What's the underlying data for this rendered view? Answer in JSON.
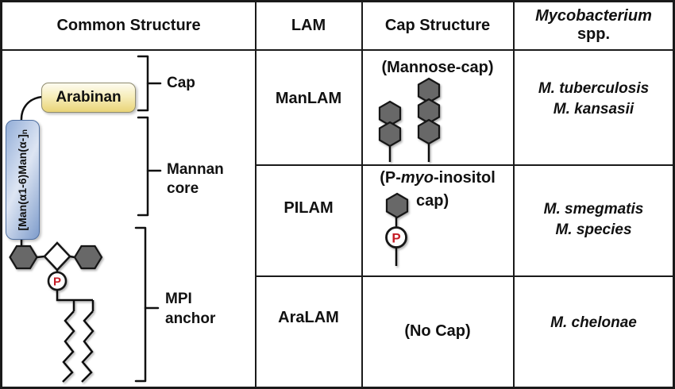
{
  "header": {
    "common": "Common Structure",
    "lam": "LAM",
    "cap": "Cap Structure",
    "myco_genus": "Mycobacterium",
    "myco_spp": "spp."
  },
  "diagram": {
    "arabinan": "Arabinan",
    "mannan_repeat": "[Man(α1-6)Man(α-]",
    "mannan_repeat_sub": "n",
    "phosphate": "P",
    "bracket_cap": "Cap",
    "bracket_mannan_1": "Mannan",
    "bracket_mannan_2": "core",
    "bracket_mpi_1": "MPI",
    "bracket_mpi_2": "anchor"
  },
  "rows": [
    {
      "lam": "ManLAM",
      "cap_label": "(Mannose-cap)",
      "species": [
        "M. tuberculosis",
        "M. kansasii"
      ]
    },
    {
      "lam": "PILAM",
      "cap_pre": "(P-",
      "cap_italic": "myo",
      "cap_post": "-inositol",
      "cap_line2": "cap)",
      "phosphate": "P",
      "species": [
        "M. smegmatis",
        "M. species"
      ]
    },
    {
      "lam": "AraLAM",
      "cap_label": "(No Cap)",
      "species": [
        "M. chelonae"
      ]
    }
  ],
  "colors": {
    "grid": "#1a1a1a",
    "hexagon_gray": "#676767",
    "phosphate_red": "#c51f26",
    "mannan_blue": "#93aed8",
    "arabinan_yellow": "#e9d478"
  }
}
